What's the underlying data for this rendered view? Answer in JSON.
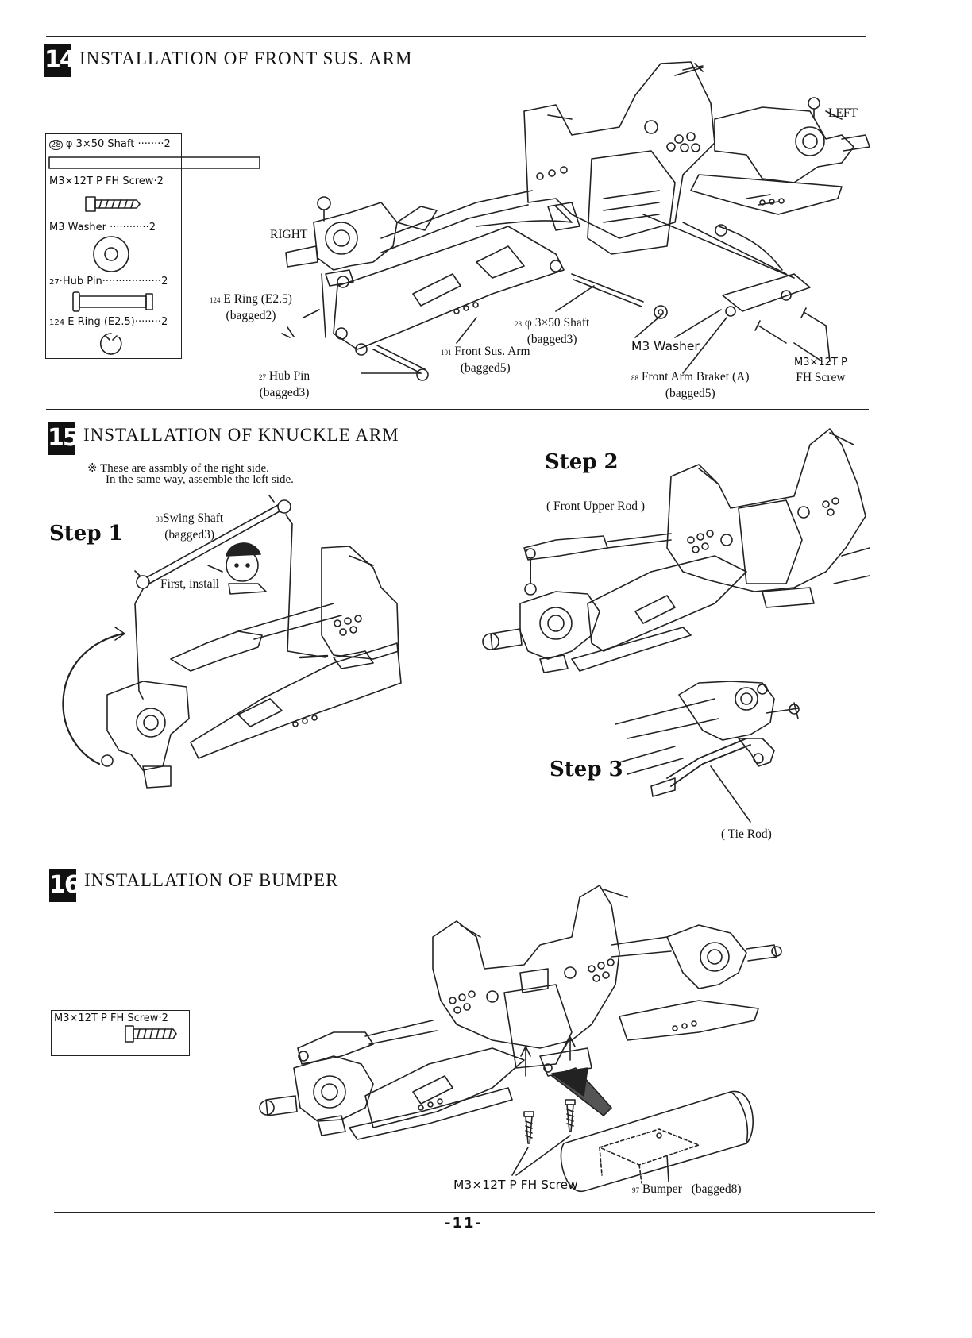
{
  "section14": {
    "number": "14",
    "title": "INSTALLATION OF FRONT SUS. ARM",
    "parts": [
      {
        "icon": "28",
        "label": "φ 3×50 Shaft",
        "qty": "2"
      },
      {
        "label": "M3×12T P FH Screw",
        "qty": "2"
      },
      {
        "label": "M3 Washer",
        "qty": "2"
      },
      {
        "icon": "27",
        "label": "Hub Pin",
        "qty": "2"
      },
      {
        "icon": "124",
        "label": "E Ring (E2.5)",
        "qty": "2"
      }
    ],
    "callouts": {
      "left": "LEFT",
      "right": "RIGHT",
      "e_ring": "E Ring (E2.5)",
      "e_ring_bag": "(bagged2)",
      "hub_pin": "Hub Pin",
      "hub_pin_bag": "(bagged3)",
      "front_sus_arm": "Front Sus. Arm",
      "front_sus_arm_bag": "(bagged5)",
      "shaft": "φ 3×50 Shaft",
      "shaft_bag": "(bagged3)",
      "washer": "M3 Washer",
      "screw": "M3×12T P",
      "screw2": "FH Screw",
      "bracket": "Front Arm Braket (A)",
      "bracket_bag": "(bagged5)",
      "icon_124": "124",
      "icon_27": "27",
      "icon_28": "28",
      "icon_101": "101",
      "icon_88": "88"
    }
  },
  "section15": {
    "number": "15",
    "title": "INSTALLATION OF KNUCKLE ARM",
    "note1": "※ These are assmbly of the right side.",
    "note2": "In the same way, assemble the left side.",
    "step1": "Step 1",
    "step2": "Step 2",
    "step3": "Step 3",
    "swing_shaft": "Swing Shaft",
    "swing_shaft_bag": "(bagged3)",
    "swing_icon": "38",
    "first_install": "First, install",
    "front_upper_rod": "( Front Upper Rod )",
    "tie_rod": "( Tie Rod)"
  },
  "section16": {
    "number": "16",
    "title": "INSTALLATION OF BUMPER",
    "parts": [
      {
        "label": "M3×12T P FH Screw",
        "qty": "2"
      }
    ],
    "screw_label": "M3×12T P FH Screw",
    "bumper": "Bumper",
    "bumper_bag": "(bagged8)",
    "bumper_icon": "97"
  },
  "page_number": "-11-"
}
